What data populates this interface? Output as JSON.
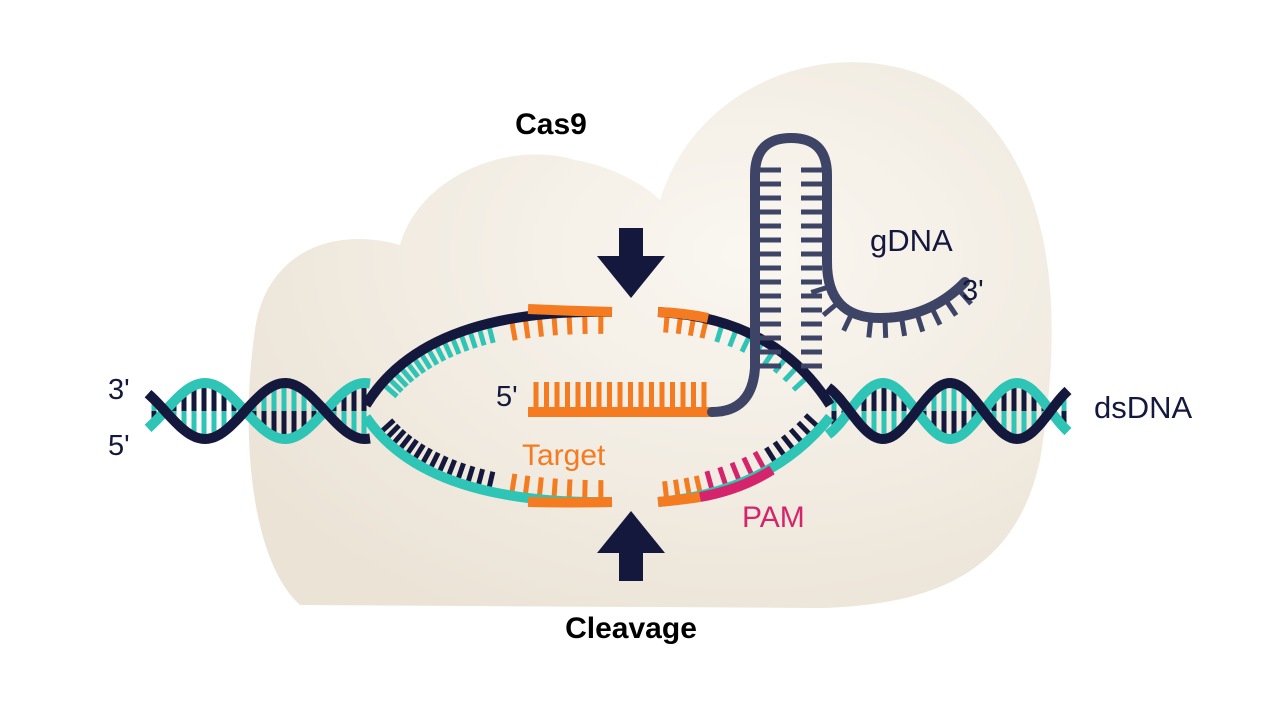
{
  "labels": {
    "protein": "Cas9",
    "guide": "gDNA",
    "guide_end": "3'",
    "duplex": "dsDNA",
    "left_top_end": "3'",
    "left_bottom_end": "5'",
    "target_strand_end": "5'",
    "target": "Target",
    "pam": "PAM",
    "cleavage": "Cleavage"
  },
  "colors": {
    "protein_fill": "#ece4d8",
    "strand_dark": "#14183d",
    "strand_teal": "#2ec4b6",
    "target_orange": "#f47b20",
    "pam_magenta": "#d6246c",
    "guide_slate": "#3e4466",
    "arrow": "#14183d",
    "label_text": "#14183d"
  },
  "icons": {
    "top_arrow": "arrow-down-icon",
    "bottom_arrow": "arrow-up-icon"
  }
}
